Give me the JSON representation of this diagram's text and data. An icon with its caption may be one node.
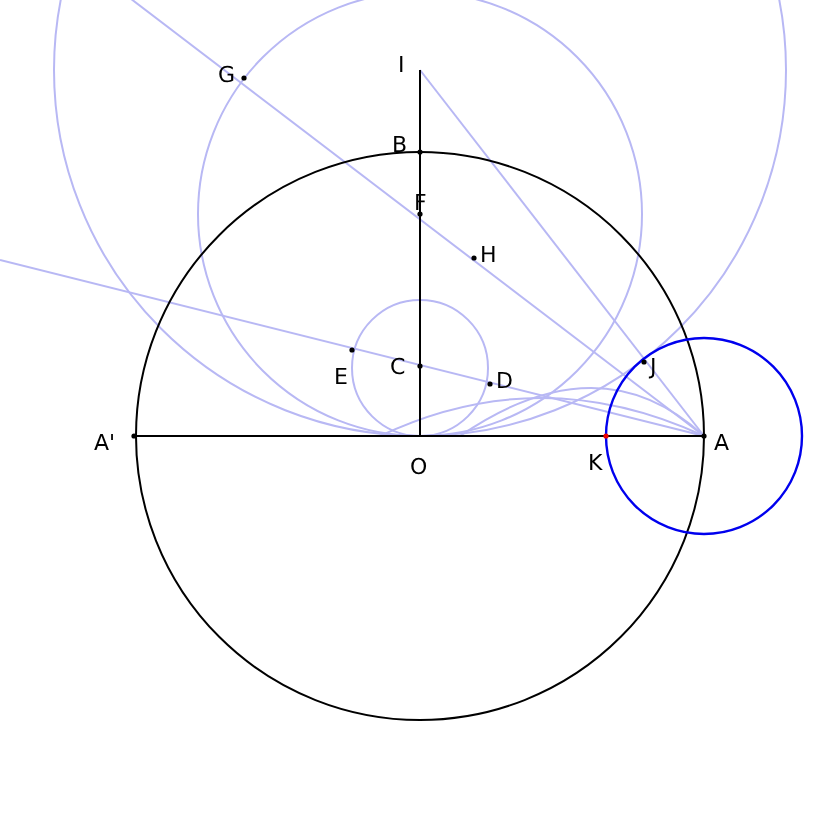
{
  "diagram": {
    "labels": [
      "I",
      "G",
      "B",
      "F",
      "H",
      "C",
      "E",
      "D",
      "J",
      "A'",
      "O",
      "K",
      "A"
    ]
  }
}
